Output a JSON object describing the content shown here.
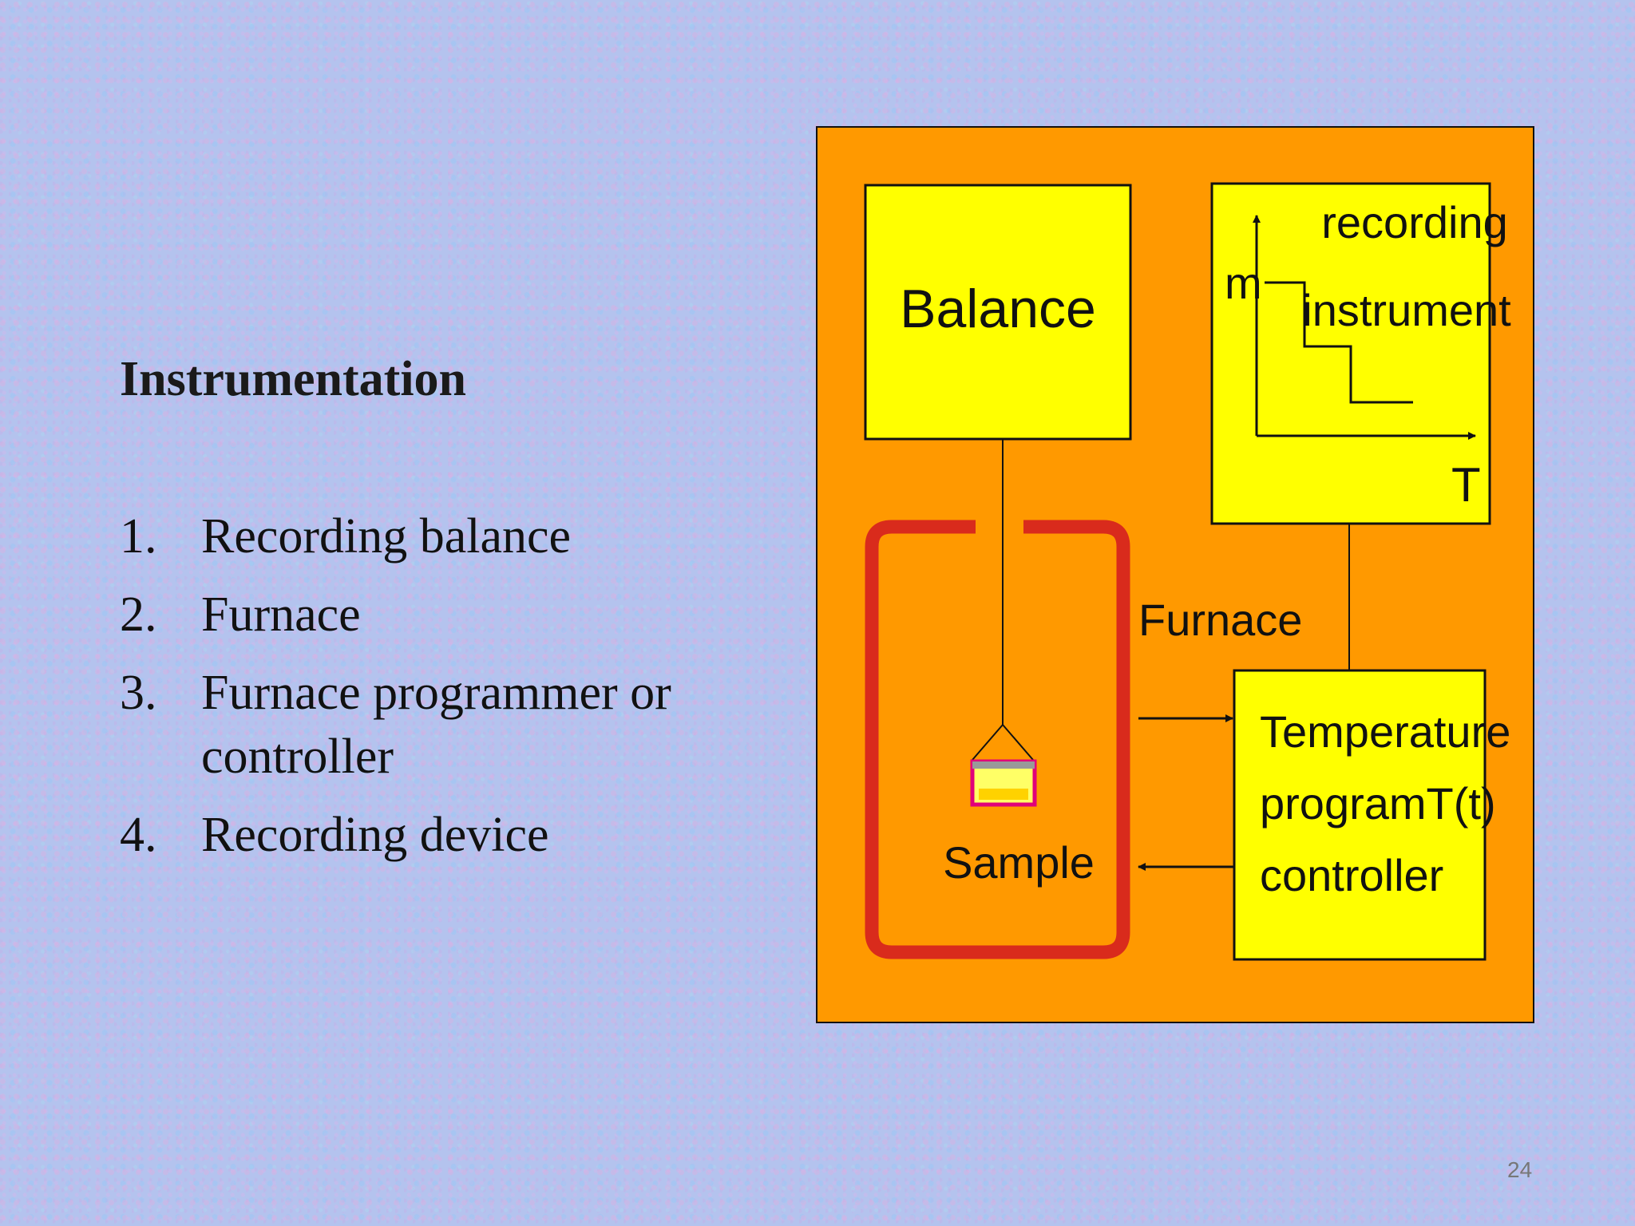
{
  "slide": {
    "title": "Instrumentation",
    "items": [
      {
        "num": "1.",
        "text": "Recording balance"
      },
      {
        "num": "2.",
        "text": "Furnace"
      },
      {
        "num": "3.",
        "text": "Furnace programmer or controller"
      },
      {
        "num": "4.",
        "text": "Recording device"
      }
    ],
    "page_number": "24"
  },
  "diagram": {
    "balance_label": "Balance",
    "recording_line1": "recording",
    "recording_line2": "instrument",
    "axis_y_label": "m",
    "axis_x_label": "T",
    "furnace_label": "Furnace",
    "sample_label": "Sample",
    "controller_line1": "Temperature",
    "controller_line2": "programT(t)",
    "controller_line3": "controller",
    "colors": {
      "panel_background": "#FF9900",
      "box_fill": "#FFFF00",
      "furnace_wall": "#D92B1C",
      "crucible": "#E0007A",
      "sample": "#FFD200"
    }
  }
}
